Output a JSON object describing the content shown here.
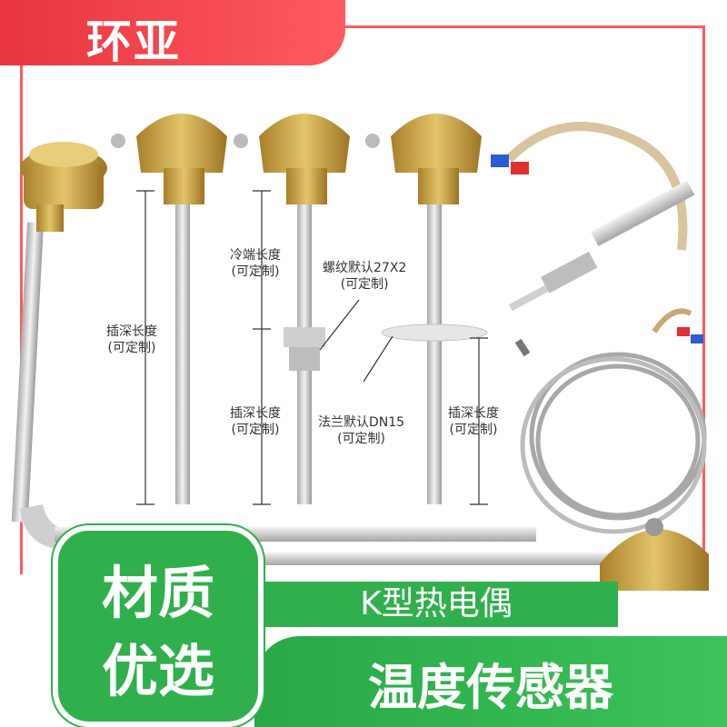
{
  "brand": {
    "title": "环亚"
  },
  "labels": {
    "cold_end_length": "冷端长度",
    "customizable": "(可定制)",
    "thread_default": "螺纹默认27X2",
    "insert_depth": "插深长度",
    "flange_default": "法兰默认DN15"
  },
  "badge": {
    "line1": "材质",
    "line2": "优选"
  },
  "banner": {
    "product_type": "K型热电偶",
    "product_name": "温度传感器"
  },
  "colors": {
    "brand_red": "#ff5a5f",
    "accent_green": "#2fb04c",
    "brass": "#c9a646",
    "steel": "#d7d7d7"
  }
}
